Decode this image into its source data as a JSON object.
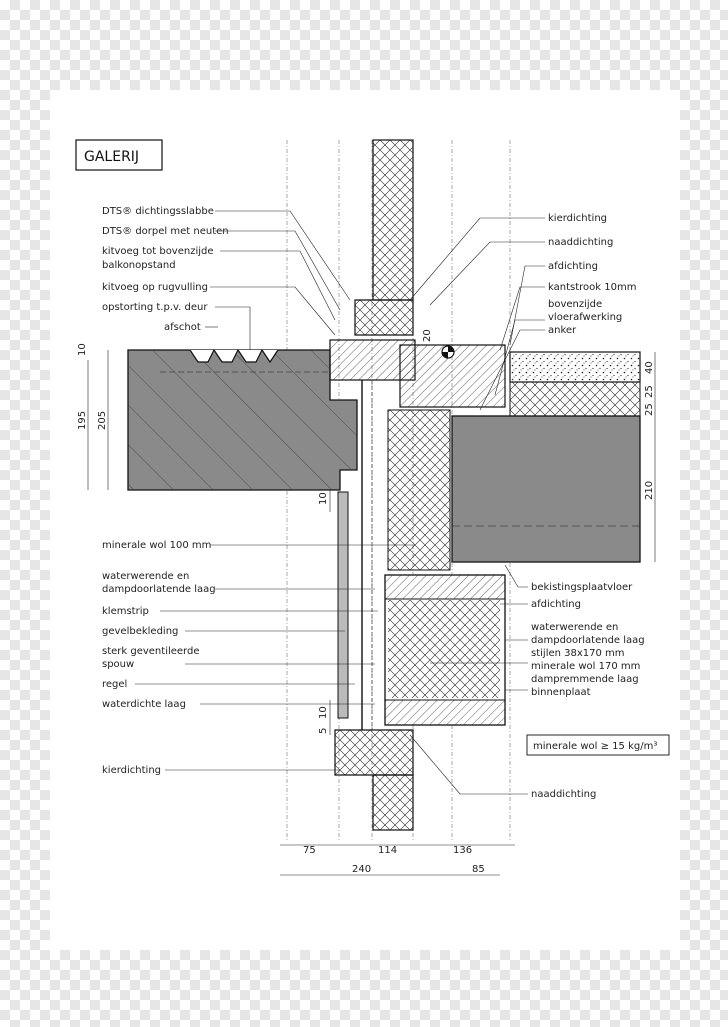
{
  "title": "GALERIJ",
  "labels_left": [
    "DTS® dichtingsslabbe",
    "DTS® dorpel met neuten",
    "kitvoeg tot bovenzijde",
    "balkonopstand",
    "kitvoeg op rugvulling",
    "opstorting t.p.v. deur",
    "afschot",
    "minerale wol 100 mm",
    "waterwerende en",
    "dampdoorlatende laag",
    "klemstrip",
    "gevelbekleding",
    "sterk geventileerde",
    "spouw",
    "regel",
    "waterdichte laag",
    "kierdichting"
  ],
  "labels_right": [
    "kierdichting",
    "naaddichting",
    "afdichting",
    "kantstrook 10mm",
    "bovenzijde",
    "vloerafwerking",
    "anker",
    "bekistingsplaatvloer",
    "afdichting",
    "waterwerende en",
    "dampdoorlatende laag",
    "stijlen 38x170 mm",
    "minerale wol 170 mm",
    "dampremmende laag",
    "binnenplaat",
    "minerale wol ≥ 15 kg/m³",
    "naaddichting"
  ],
  "dimensions": {
    "left_top": "10",
    "left_195": "195",
    "left_205": "205",
    "mid_10a": "10",
    "mid_5": "5",
    "mid_10b": "10",
    "mid_20": "20",
    "right_40": "40",
    "right_25a": "25",
    "right_25b": "25",
    "right_210": "210",
    "bottom_75": "75",
    "bottom_114": "114",
    "bottom_136": "136",
    "bottom_240": "240",
    "bottom_85": "85"
  },
  "colors": {
    "drawing_bg": "#ffffff",
    "concrete": "#888888",
    "ink": "#111111"
  }
}
